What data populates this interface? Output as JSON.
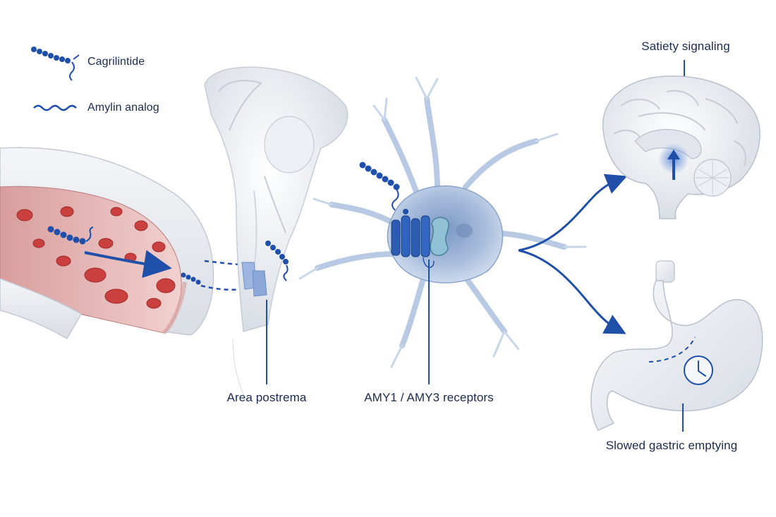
{
  "legend": {
    "cagrilintide": "Cagrilintide",
    "amylin_analog": "Amylin analog"
  },
  "labels": {
    "area_postrema": "Area postrema",
    "receptors": "AMY1 / AMY3 receptors",
    "satiety": "Satiety signaling",
    "gastric": "Slowed gastric emptying"
  },
  "colors": {
    "accent_blue": "#1f4fa8",
    "label_text": "#1a2a52",
    "vessel_pink": "#e9b7b7",
    "blood_cell": "#c9403f",
    "tissue_gray": "#e6e9ee",
    "neuron_blue": "#9fb6d8"
  }
}
